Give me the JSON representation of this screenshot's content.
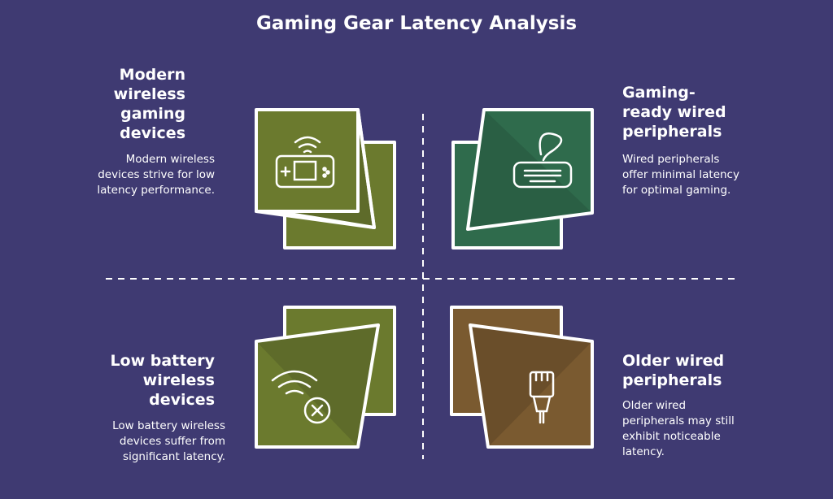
{
  "title": "Gaming Gear Latency Analysis",
  "quadrants": [
    {
      "heading": "Modern wireless gaming devices",
      "body": "Modern wireless devices strive for low latency performance.",
      "icon": "wireless-gamepad-icon",
      "color": "#6b7a2e"
    },
    {
      "heading": "Gaming-ready wired peripherals",
      "body": "Wired peripherals offer minimal latency for optimal gaming.",
      "icon": "wired-keyboard-icon",
      "color": "#2f6b4c"
    },
    {
      "heading": "Low battery wireless devices",
      "body": "Low battery wireless devices suffer from significant latency.",
      "icon": "wireless-off-icon",
      "color": "#6b7a2e"
    },
    {
      "heading": "Older wired peripherals",
      "body": "Older wired peripherals may still exhibit noticeable latency.",
      "icon": "ethernet-plug-icon",
      "color": "#7a5a30"
    }
  ]
}
